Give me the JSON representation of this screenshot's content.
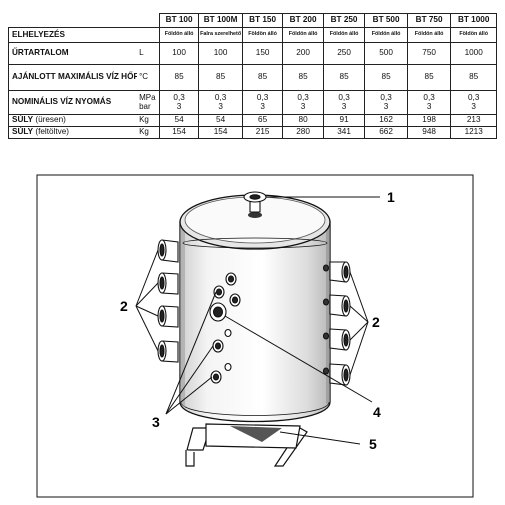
{
  "table": {
    "models": [
      "BT 100",
      "BT 100M",
      "BT 150",
      "BT 200",
      "BT 250",
      "BT 500",
      "BT 750",
      "BT 1000"
    ],
    "rows": {
      "installation": {
        "label": "ELHELYEZÉS",
        "values": [
          "Földön álló",
          "Falra szerelhető",
          "Földön álló",
          "Földön álló",
          "Földön álló",
          "Földön álló",
          "Földön álló",
          "Földön álló"
        ]
      },
      "capacity": {
        "label": "ŰRTARTALOM",
        "unit": "L",
        "values": [
          "100",
          "100",
          "150",
          "200",
          "250",
          "500",
          "750",
          "1000"
        ]
      },
      "max_temp": {
        "label": "AJÁNLOTT MAXIMÁLIS VÍZ HŐFOK",
        "unit": "°C",
        "values": [
          "85",
          "85",
          "85",
          "85",
          "85",
          "85",
          "85",
          "85"
        ]
      },
      "pressure": {
        "label": "NOMINÁLIS VÍZ NYOMÁS",
        "unit_top": "MPa",
        "unit_bottom": "bar",
        "values_top": [
          "0,3",
          "0,3",
          "0,3",
          "0,3",
          "0,3",
          "0,3",
          "0,3",
          "0,3"
        ],
        "values_bottom": [
          "3",
          "3",
          "3",
          "3",
          "3",
          "3",
          "3",
          "3"
        ]
      },
      "weight_empty": {
        "label_bold": "SÚLY",
        "label_note": " (üresen)",
        "unit": "Kg",
        "values": [
          "54",
          "54",
          "65",
          "80",
          "91",
          "162",
          "198",
          "213"
        ]
      },
      "weight_full": {
        "label_bold": "SÚLY",
        "label_note": " (feltöltve)",
        "unit": "Kg",
        "values": [
          "154",
          "154",
          "215",
          "280",
          "341",
          "662",
          "948",
          "1213"
        ]
      }
    }
  },
  "diagram": {
    "callouts": [
      "1",
      "2",
      "2",
      "3",
      "4",
      "5"
    ]
  }
}
